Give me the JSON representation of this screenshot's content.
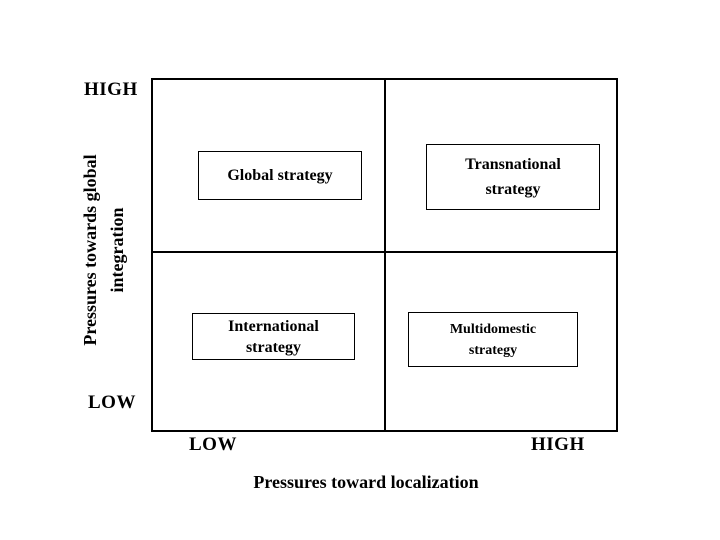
{
  "diagram": {
    "y_axis": {
      "title": "Pressures towards global\nintegration",
      "high_label": "HIGH",
      "low_label": "LOW"
    },
    "x_axis": {
      "title": "Pressures toward localization",
      "low_label": "LOW",
      "high_label": "HIGH"
    },
    "quadrants": {
      "top_left": {
        "label": "Global strategy"
      },
      "top_right": {
        "label": "Transnational\nstrategy"
      },
      "bottom_left": {
        "label": "International\nstrategy"
      },
      "bottom_right": {
        "label": "Multidomestic\nstrategy"
      }
    },
    "colors": {
      "background": "#ffffff",
      "line": "#000000",
      "text": "#000000"
    }
  }
}
